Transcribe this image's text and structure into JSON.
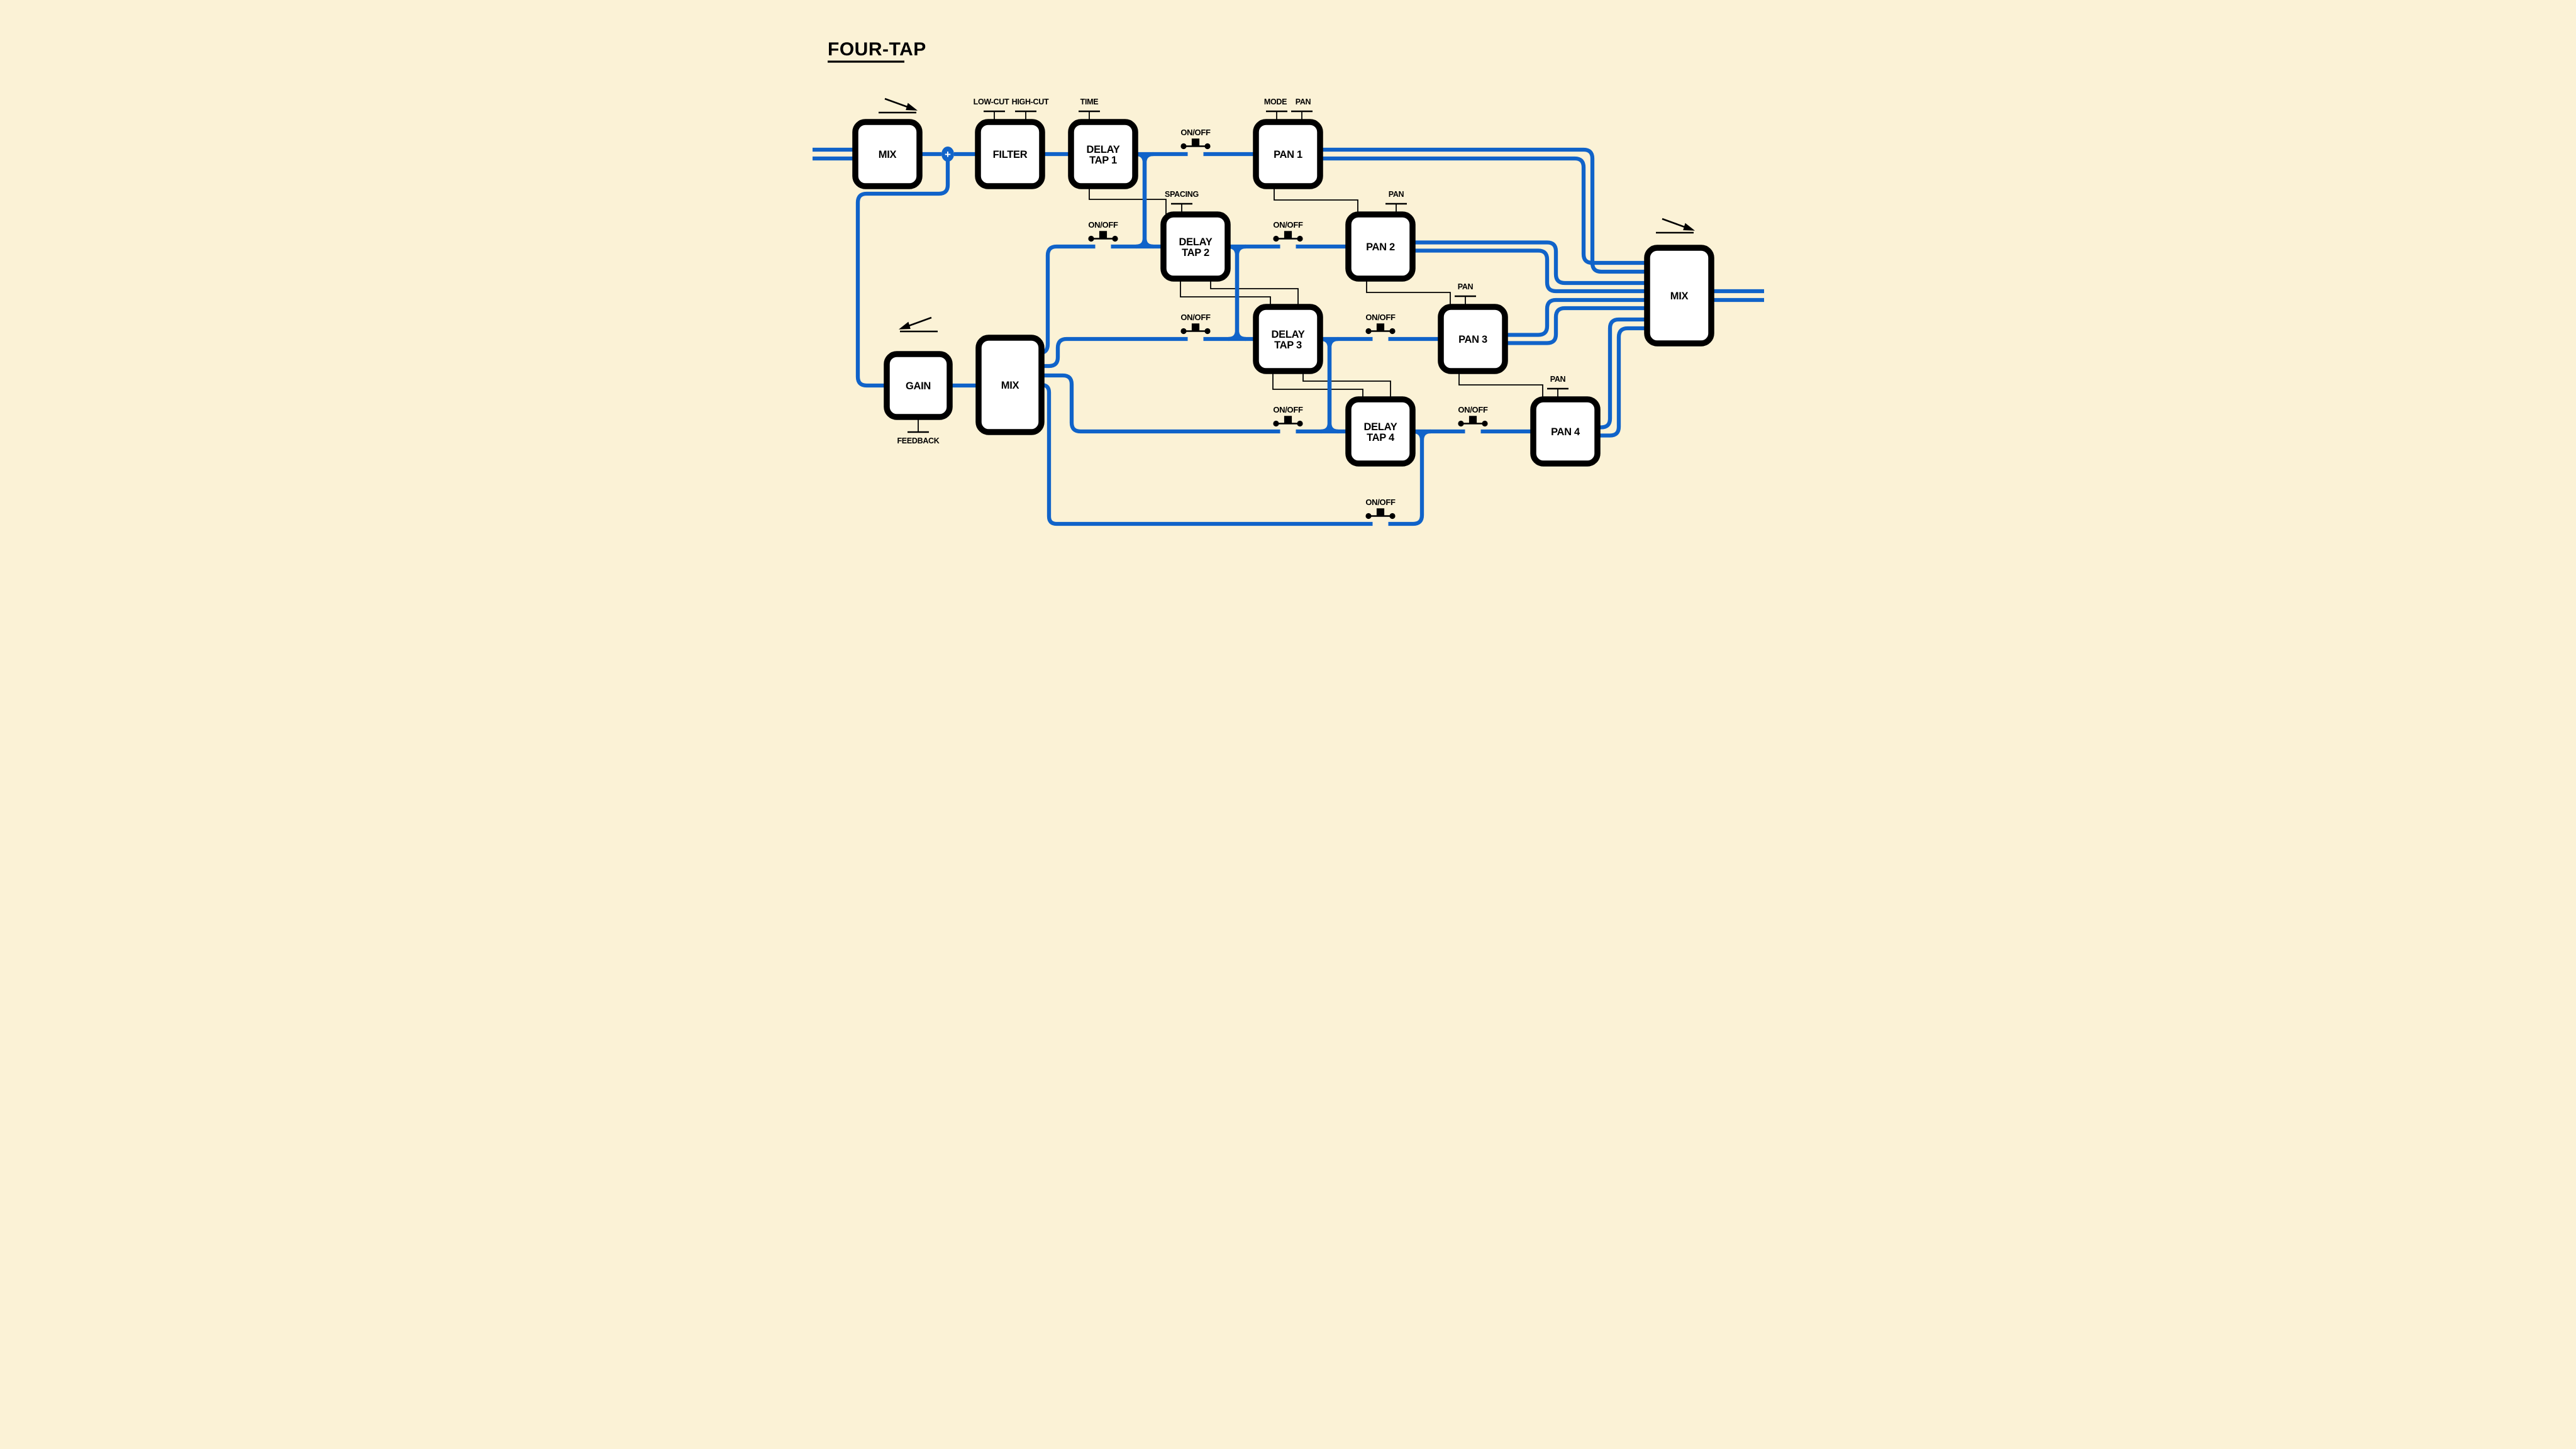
{
  "title": "FOUR-TAP",
  "colors": {
    "background": "#FBF2D6",
    "wire_blue": "#1063C9",
    "block_border": "#000000",
    "block_fill": "#FFFFFF",
    "text": "#000000"
  },
  "junction": "+",
  "switch_label": "ON/OFF",
  "blocks": {
    "input_mix": "MIX",
    "filter": "FILTER",
    "delay_tap_1": [
      "DELAY",
      "TAP 1"
    ],
    "pan_1": "PAN 1",
    "delay_tap_2": [
      "DELAY",
      "TAP 2"
    ],
    "pan_2": "PAN 2",
    "delay_tap_3": [
      "DELAY",
      "TAP 3"
    ],
    "pan_3": "PAN 3",
    "delay_tap_4": [
      "DELAY",
      "TAP 4"
    ],
    "pan_4": "PAN 4",
    "gain": "GAIN",
    "feedback_mix": "MIX",
    "output_mix": "MIX"
  },
  "params": {
    "low_cut": "LOW-CUT",
    "high_cut": "HIGH-CUT",
    "time": "TIME",
    "mode": "MODE",
    "pan": "PAN",
    "spacing": "SPACING",
    "feedback": "FEEDBACK"
  }
}
